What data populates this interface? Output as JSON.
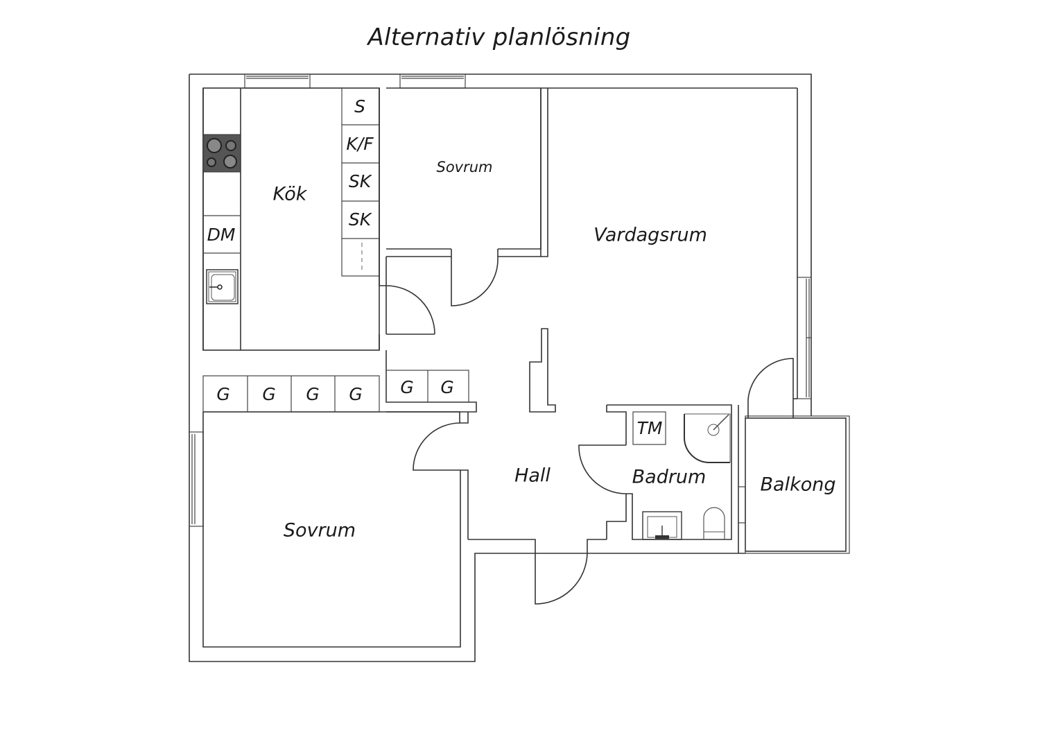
{
  "title": "Alternativ planlösning",
  "rooms": {
    "kitchen": "Kök",
    "bedroom_small": "Sovrum",
    "living_room": "Vardagsrum",
    "hall": "Hall",
    "bathroom": "Badrum",
    "balcony": "Balkong",
    "bedroom_large": "Sovrum"
  },
  "fixtures": {
    "kitchen_column": [
      "S",
      "K/F",
      "SK",
      "SK"
    ],
    "dishwasher": "DM",
    "wardrobes_left": [
      "G",
      "G",
      "G",
      "G"
    ],
    "wardrobes_right": [
      "G",
      "G"
    ],
    "washing_machine": "TM"
  },
  "colors": {
    "wall_stroke": "#333333",
    "stove": "#555555",
    "background": "#ffffff"
  }
}
